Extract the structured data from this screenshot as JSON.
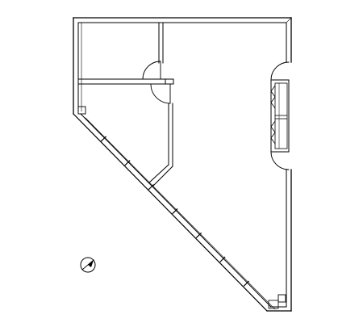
{
  "plan": {
    "line_color": "#000000",
    "background_color": "#ffffff",
    "components": {
      "outer_wall": "exterior-wall",
      "diagonal_wall": "diagonal-exterior-wall",
      "partition_walls": "interior-partition",
      "doors": "door-swing",
      "closet": "closet-unit",
      "north_arrow": "north-arrow-icon"
    }
  }
}
